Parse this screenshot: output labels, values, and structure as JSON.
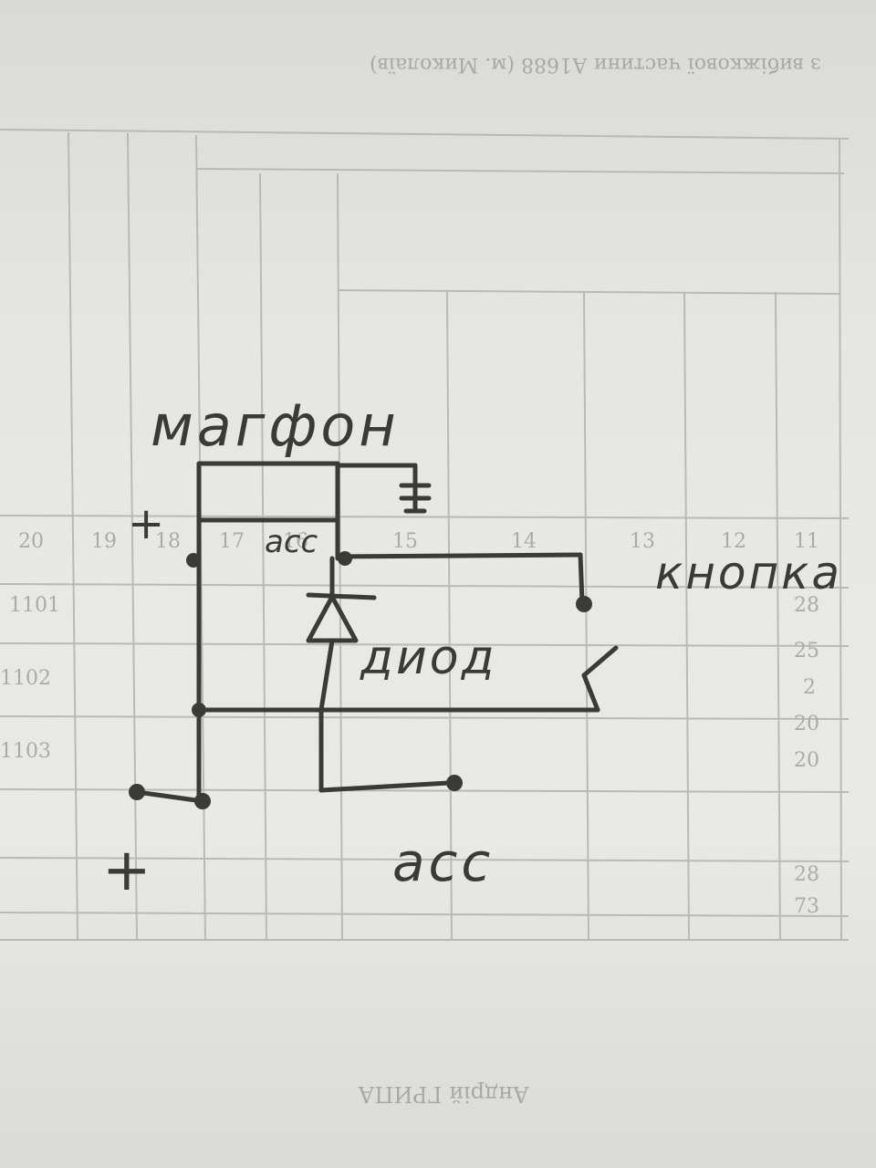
{
  "labels": {
    "title": "магфон",
    "plus_top": "+",
    "acc_small": "acc",
    "button": "кнопка",
    "diode": "диод",
    "acc_bottom": "acc",
    "plus_bottom": "+"
  },
  "background_table": {
    "header": "з вибіжкової частини А1688 (м. Миколаїв)",
    "footer": "Андрій ГРИПА"
  },
  "colors": {
    "ink": "#3a3a38",
    "paper": "#e6e6e4",
    "grid": "#b9b9b7"
  }
}
